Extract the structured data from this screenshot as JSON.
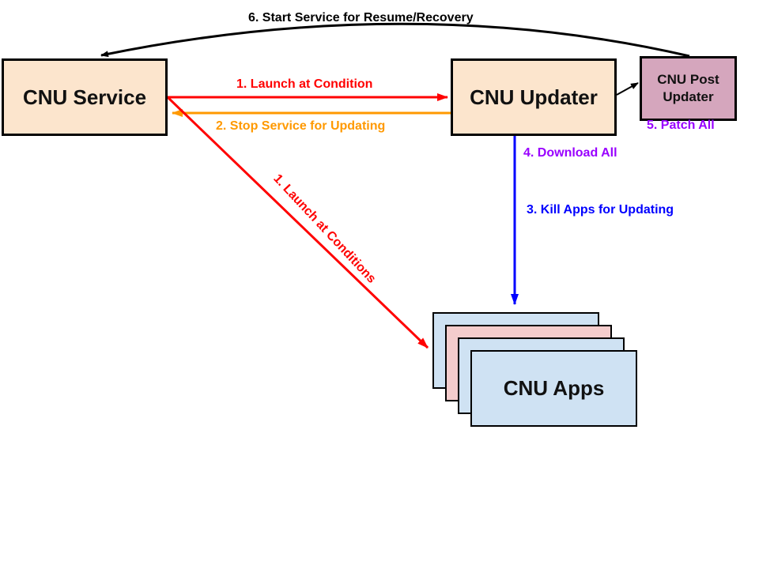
{
  "nodes": {
    "service": "CNU Service",
    "updater": "CNU Updater",
    "post_updater": "CNU Post\nUpdater",
    "apps": "CNU Apps"
  },
  "edges": {
    "launch_condition": "1. Launch at Condition",
    "launch_conditions": "1. Launch at Conditions",
    "stop_service": "2. Stop Service for Updating",
    "kill_apps": "3. Kill Apps for Updating",
    "download_all": "4. Download All",
    "patch_all": "5. Patch All",
    "start_service": "6. Start Service for Resume/Recovery"
  },
  "colors": {
    "launch": "#ff0000",
    "stop": "#ff9900",
    "kill": "#0000ff",
    "download_patch": "#9900ff",
    "resume": "#000000",
    "service_fill": "#fce5cd",
    "post_updater_fill": "#d5a6bd",
    "apps_fill": "#cfe2f3",
    "apps_alt_fill": "#f4cccc"
  }
}
